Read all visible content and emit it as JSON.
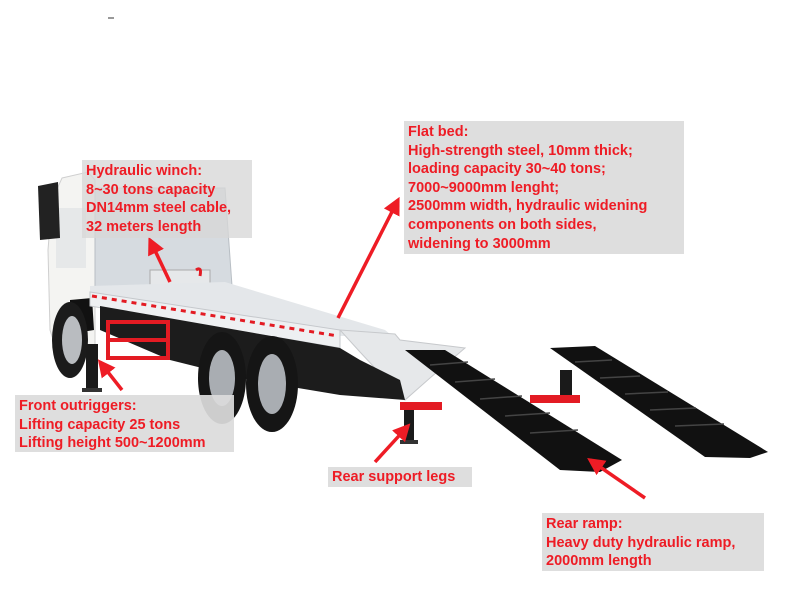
{
  "image": {
    "subject": "Flatbed truck with hydraulic rear ramps",
    "colors": {
      "label_text": "#ee1c25",
      "label_bg": "#dcdcdc",
      "arrow": "#ee1c25",
      "body": "#f2f2f2",
      "frame": "#1a1a1a",
      "stripe": "#e31b23"
    }
  },
  "annotations": {
    "flat_bed": {
      "title": "Flat bed:",
      "lines": [
        "High-strength steel, 10mm thick;",
        "loading capacity 30~40 tons;",
        "7000~9000mm lenght;",
        "2500mm width, hydraulic widening",
        "components on both sides,",
        "widening to 3000mm"
      ]
    },
    "hydraulic_winch": {
      "title": "Hydraulic winch:",
      "lines": [
        "8~30 tons capacity",
        "DN14mm steel cable,",
        "32 meters length"
      ]
    },
    "front_outriggers": {
      "title": "Front outriggers:",
      "lines": [
        "Lifting capacity 25 tons",
        "Lifting height 500~1200mm"
      ]
    },
    "rear_support_legs": {
      "title": "Rear support legs"
    },
    "rear_ramp": {
      "title": "Rear ramp:",
      "lines": [
        "Heavy duty hydraulic ramp,",
        "2000mm length"
      ]
    }
  }
}
